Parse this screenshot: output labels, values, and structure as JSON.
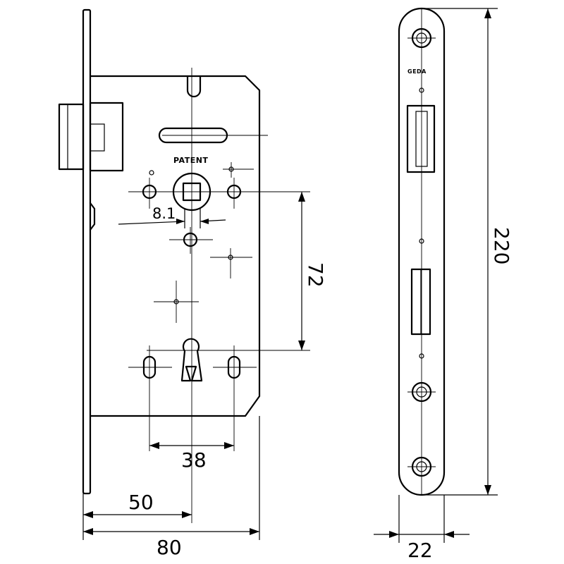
{
  "front_view": {
    "marking": "PATENT",
    "dimensions": {
      "spindle_offset": "8.1",
      "spindle_to_key": "72",
      "screw_spacing": "38",
      "backset": "50",
      "body_depth": "80"
    }
  },
  "side_view": {
    "logo": "GEDA",
    "dimensions": {
      "faceplate_height": "220",
      "faceplate_width": "22"
    }
  }
}
